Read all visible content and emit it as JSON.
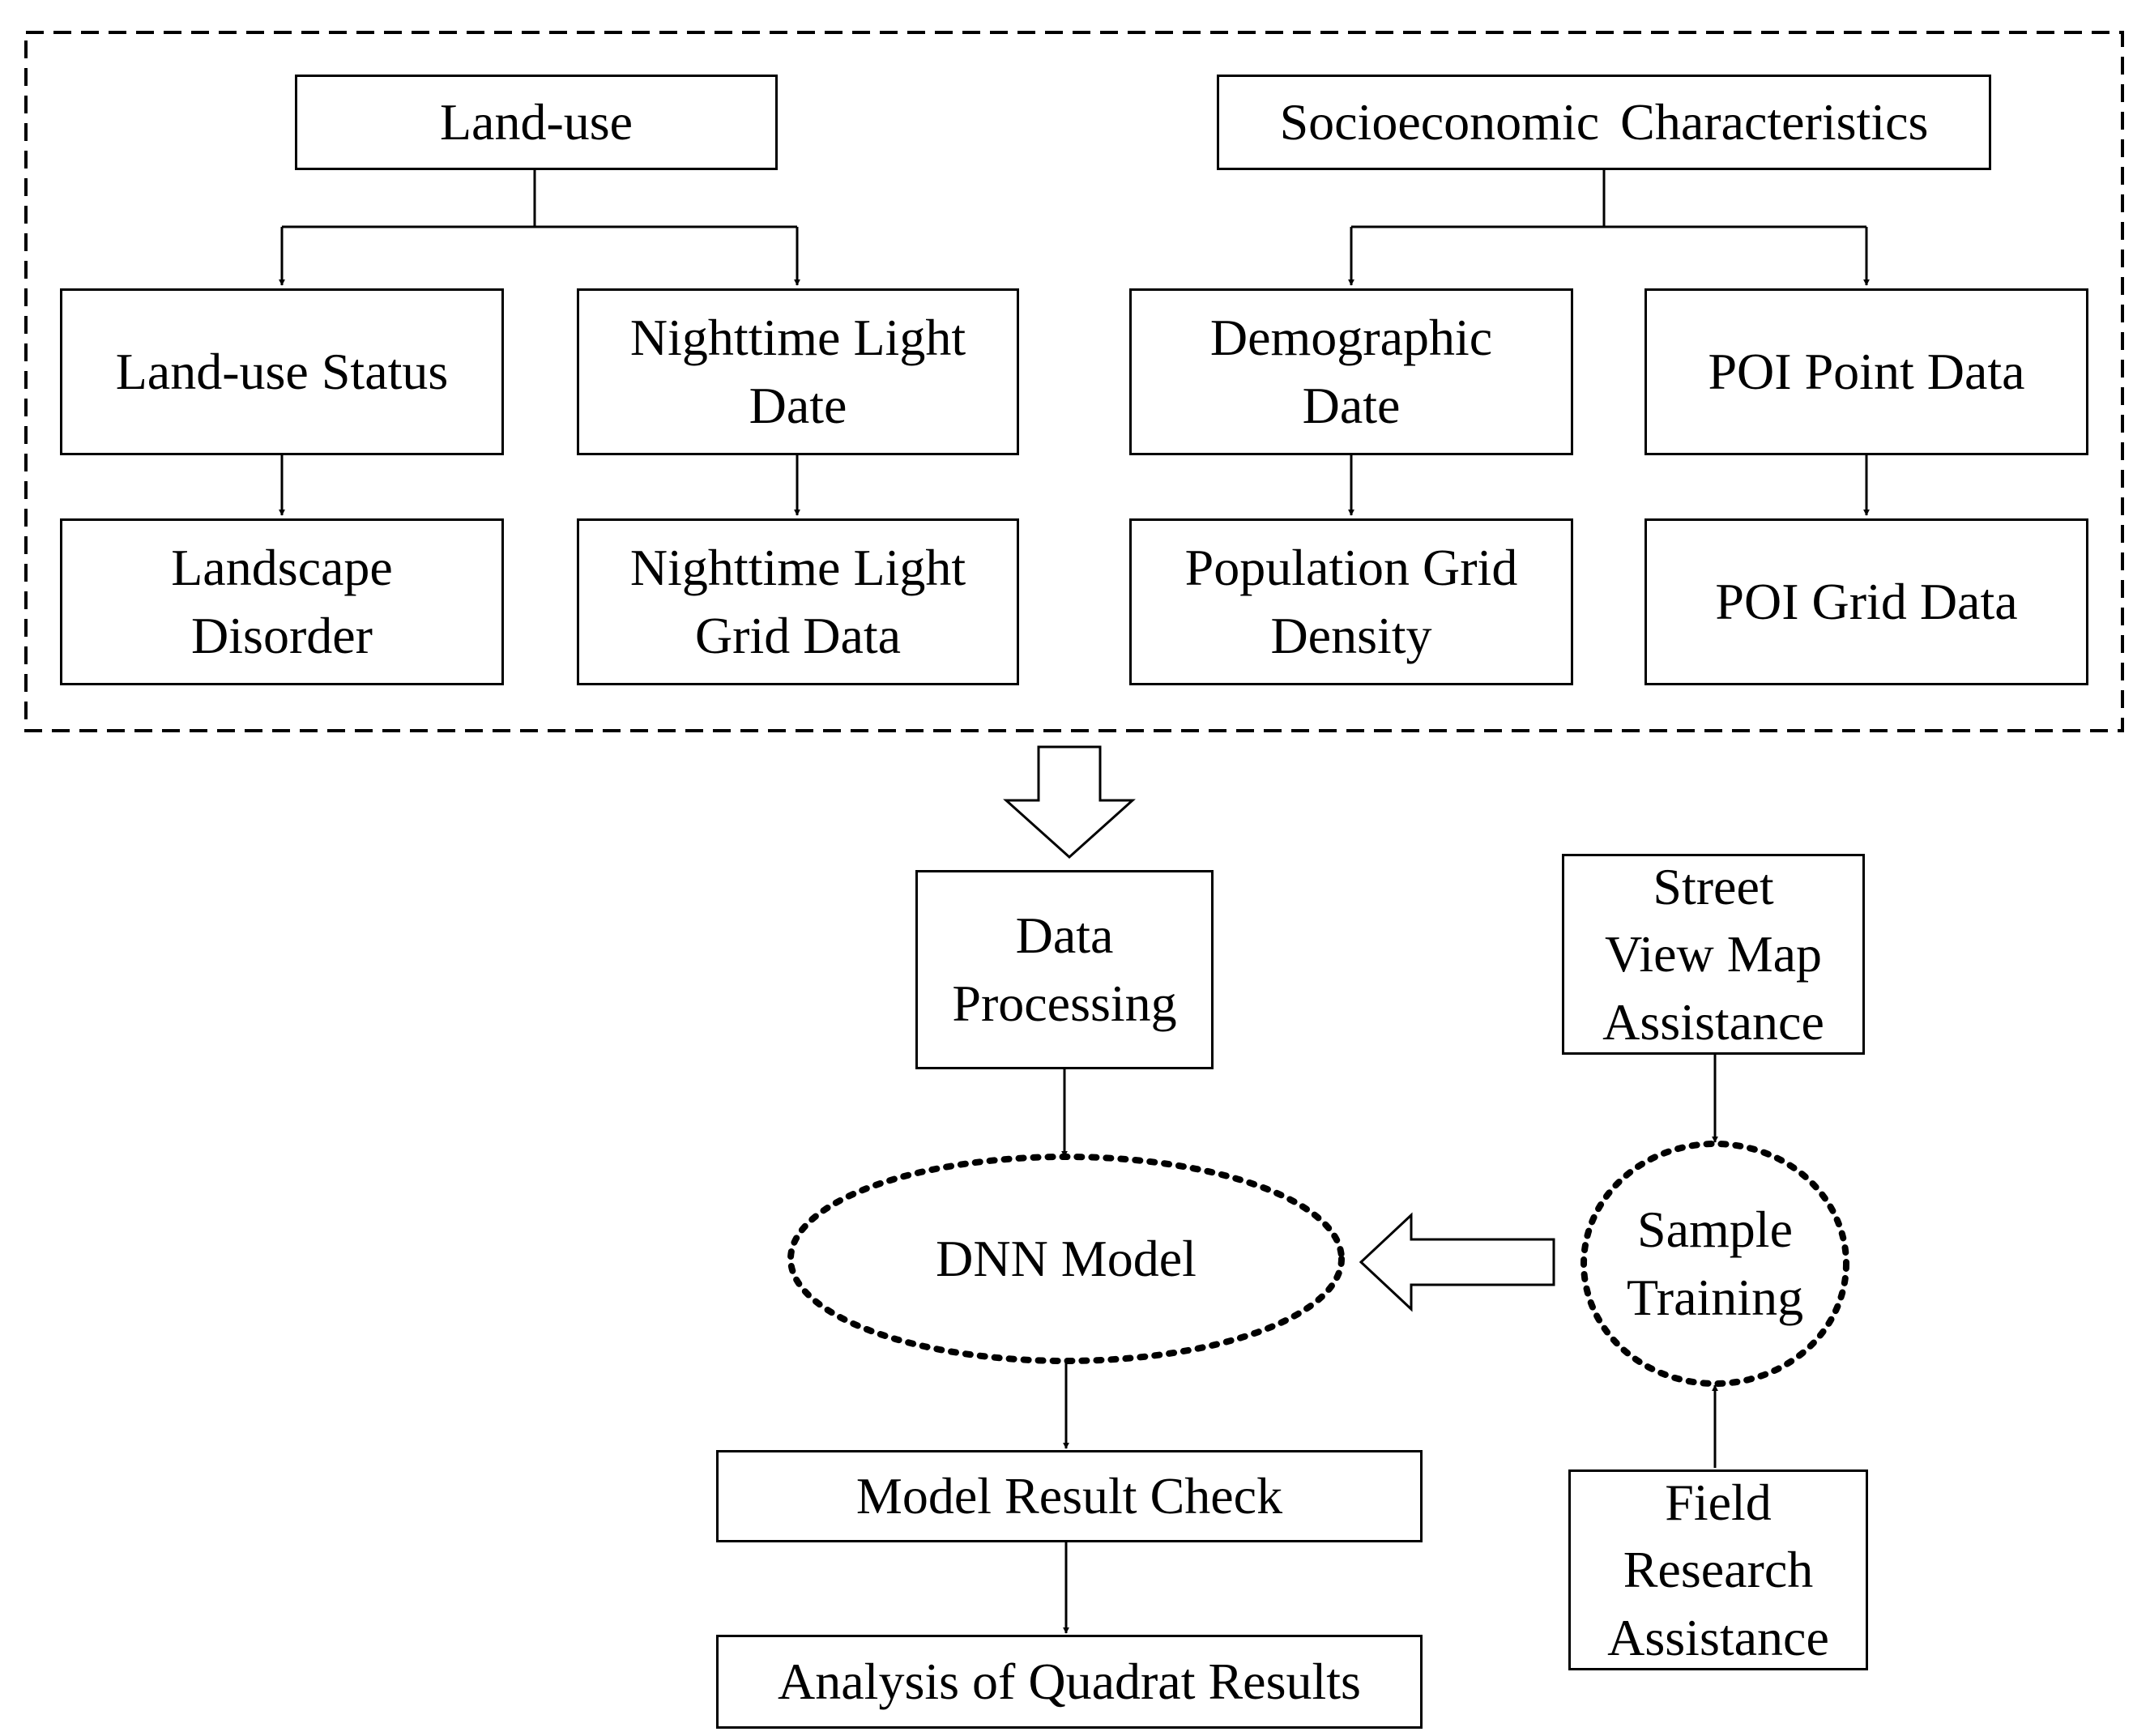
{
  "colors": {
    "stroke": "#000000",
    "background": "#ffffff"
  },
  "nodes": {
    "land_use": "Land-use",
    "socioeconomic": "Socioeconomic Characteristics",
    "land_use_status": "Land-use Status",
    "nighttime_light_date": [
      "Nighttime Light",
      "Date"
    ],
    "demographic_date": [
      "Demographic",
      "Date"
    ],
    "poi_point_data": "POI Point Data",
    "landscape_disorder": [
      "Landscape",
      "Disorder"
    ],
    "nighttime_light_grid": [
      "Nighttime Light",
      "Grid Data"
    ],
    "population_grid_density": [
      "Population Grid",
      "Density"
    ],
    "poi_grid_data": "POI Grid Data",
    "data_processing": [
      "Data",
      "Processing"
    ],
    "street_view_map": [
      "Street",
      "View Map",
      "Assistance"
    ],
    "dnn_model": "DNN Model",
    "sample_training": [
      "Sample",
      "Training"
    ],
    "model_result_check": "Model Result Check",
    "field_research": [
      "Field",
      "Research",
      "Assistance"
    ],
    "analysis_quadrat": "Analysis of Quadrat Results"
  }
}
